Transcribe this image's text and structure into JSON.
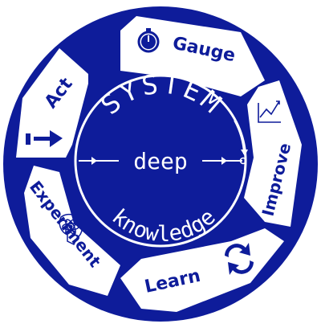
{
  "colors": {
    "primary": "#0e1c9a",
    "background": "#ffffff",
    "ink": "#0b147a"
  },
  "center": {
    "top_word": "SYSTEM",
    "middle_word": "deep",
    "bottom_word": "knowledge"
  },
  "stages": [
    {
      "label": "Gauge",
      "icon": "stopwatch-icon"
    },
    {
      "label": "Improve",
      "icon": "rising-chart-icon"
    },
    {
      "label": "Learn",
      "icon": "cycle-arrows-icon"
    },
    {
      "label": "Experiment",
      "icon": "atom-bulb-icon"
    },
    {
      "label": "Act",
      "icon": "right-arrow-icon"
    }
  ]
}
